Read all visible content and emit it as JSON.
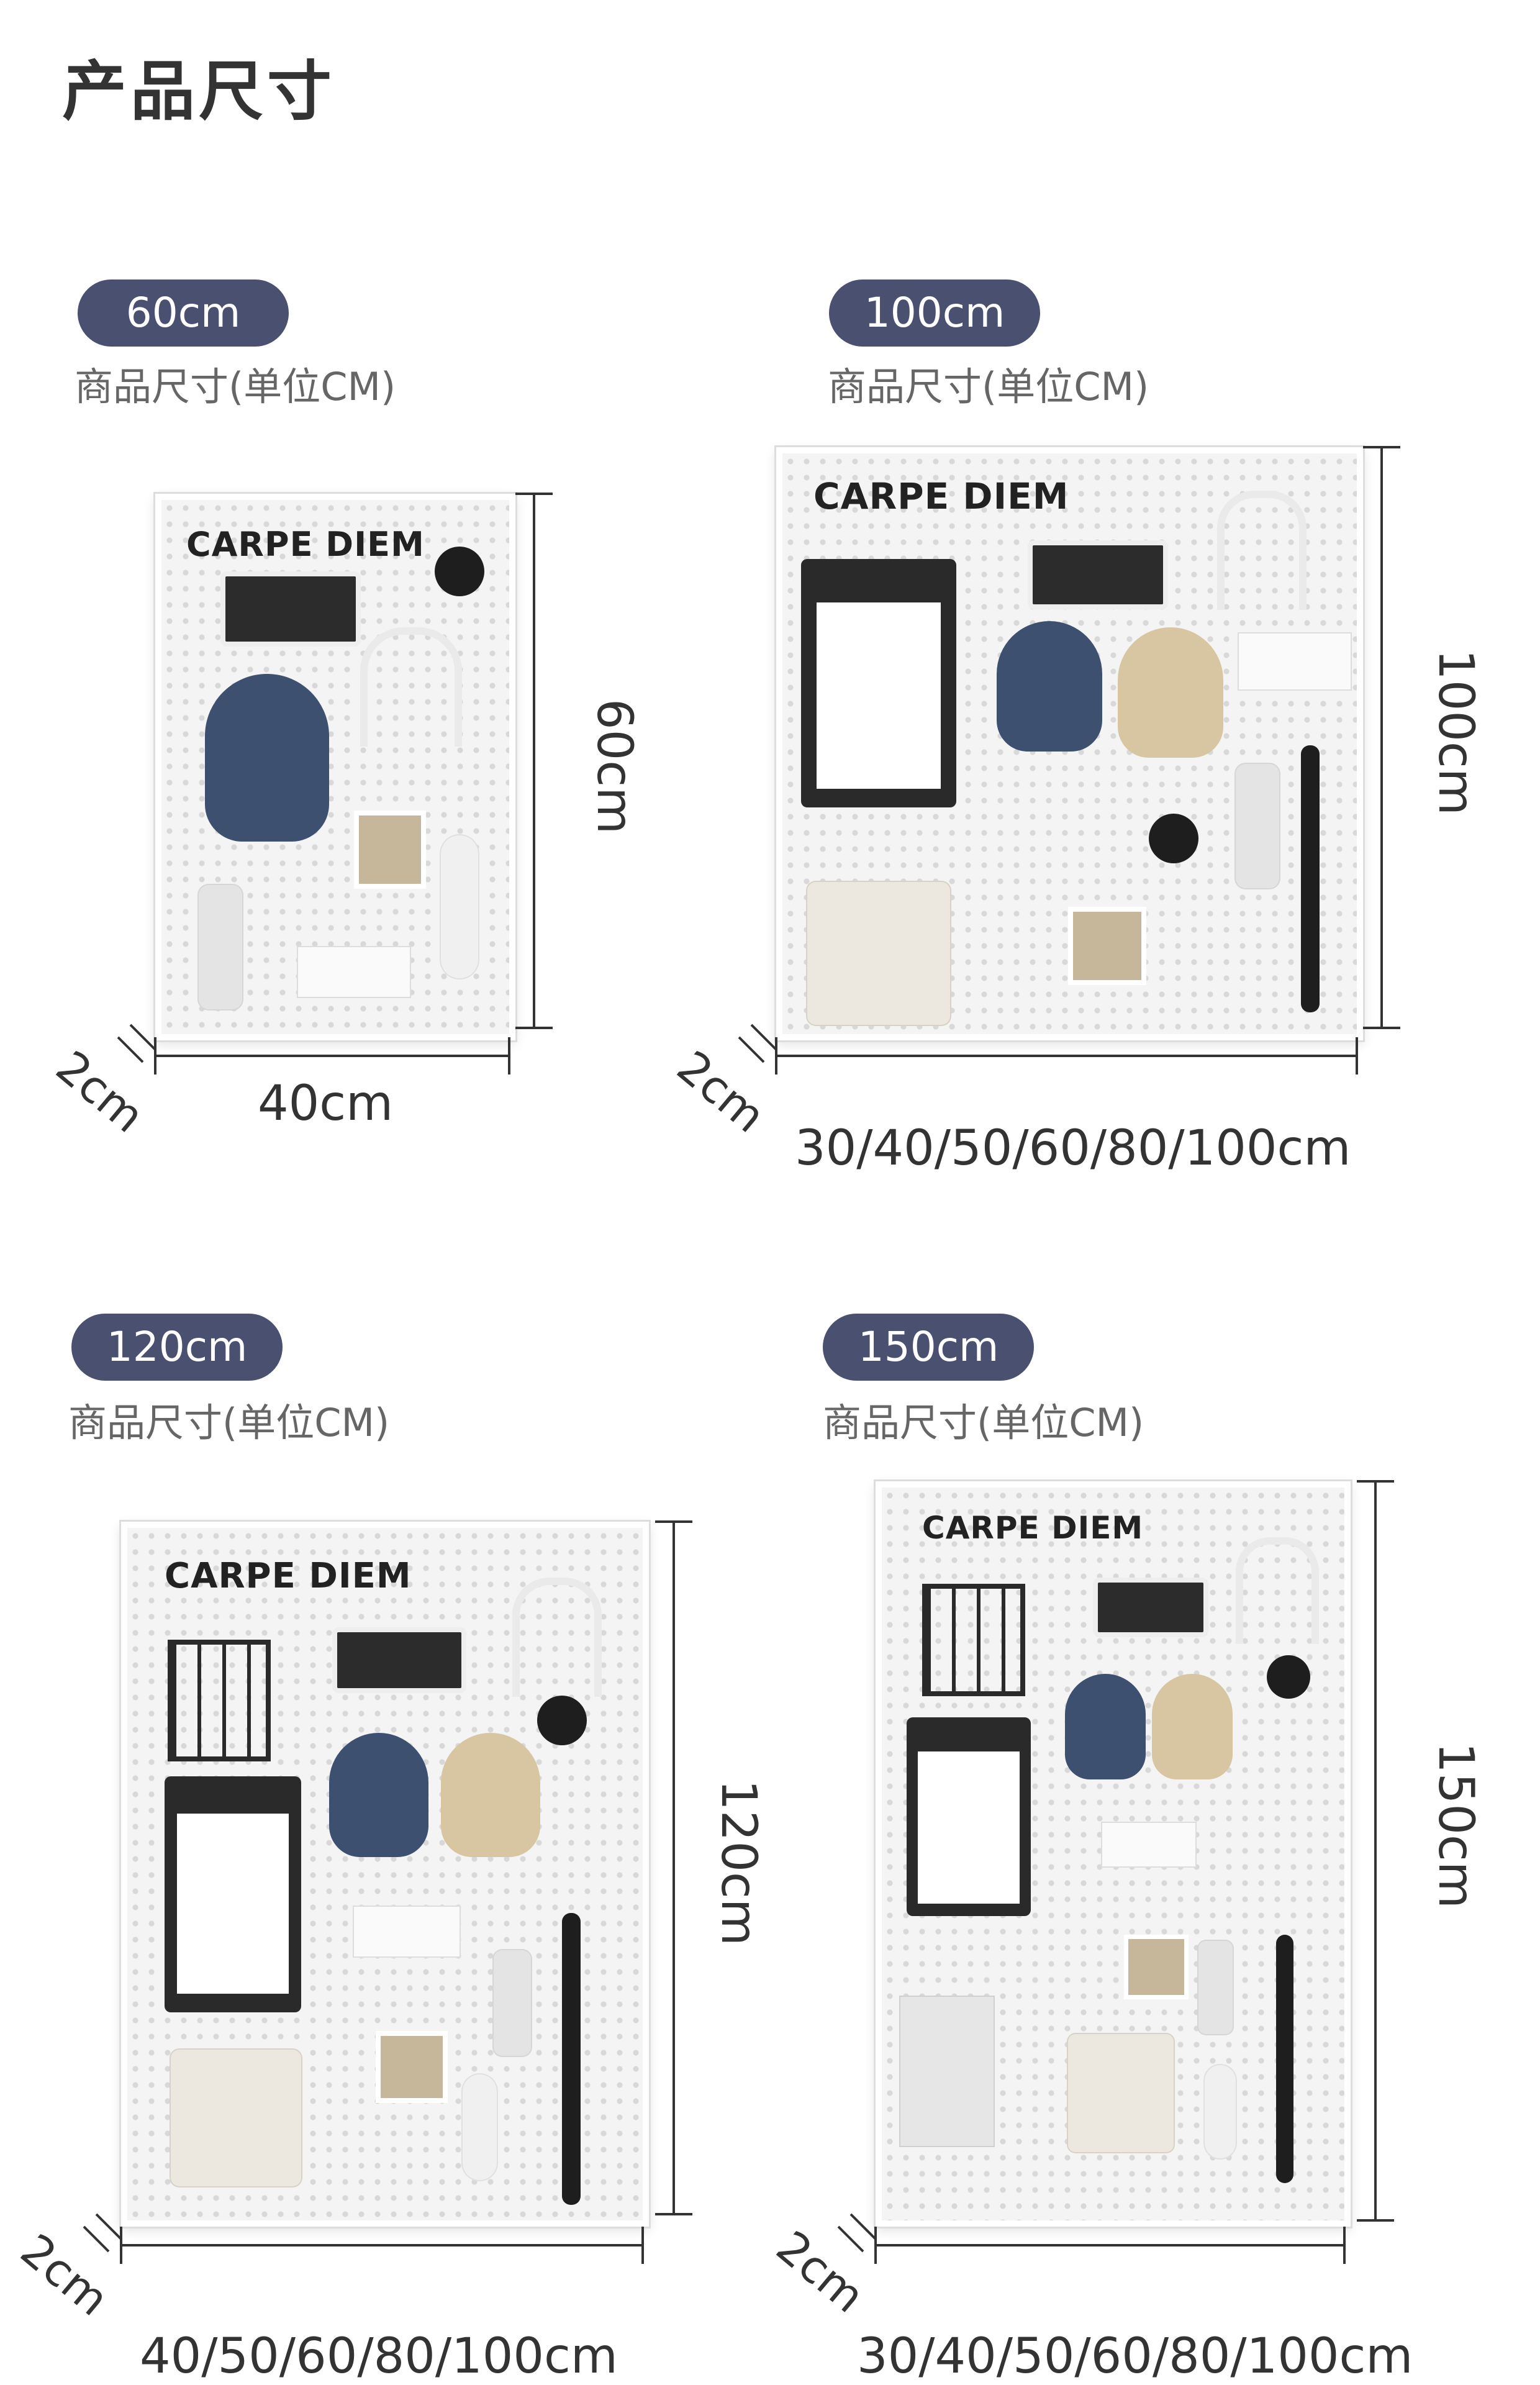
{
  "page_title": "产品尺寸",
  "unit_label": "商品尺寸(单位CM)",
  "products": [
    {
      "badge": "60cm",
      "width_label": "40cm",
      "height_label": "60cm",
      "depth_label": "2cm",
      "board_text": "CARPE DIEM"
    },
    {
      "badge": "100cm",
      "width_label": "30/40/50/60/80/100cm",
      "height_label": "100cm",
      "depth_label": "2cm",
      "board_text": "CARPE DIEM"
    },
    {
      "badge": "120cm",
      "width_label": "40/50/60/80/100cm",
      "height_label": "120cm",
      "depth_label": "2cm",
      "board_text": "CARPE DIEM"
    },
    {
      "badge": "150cm",
      "width_label": "30/40/50/60/80/100cm",
      "height_label": "150cm",
      "depth_label": "2cm",
      "board_text": "CARPE DIEM"
    }
  ],
  "colors": {
    "badge_bg": "#4a5070",
    "board_bg": "#f4f4f4",
    "text": "#333333",
    "label": "#666666"
  }
}
